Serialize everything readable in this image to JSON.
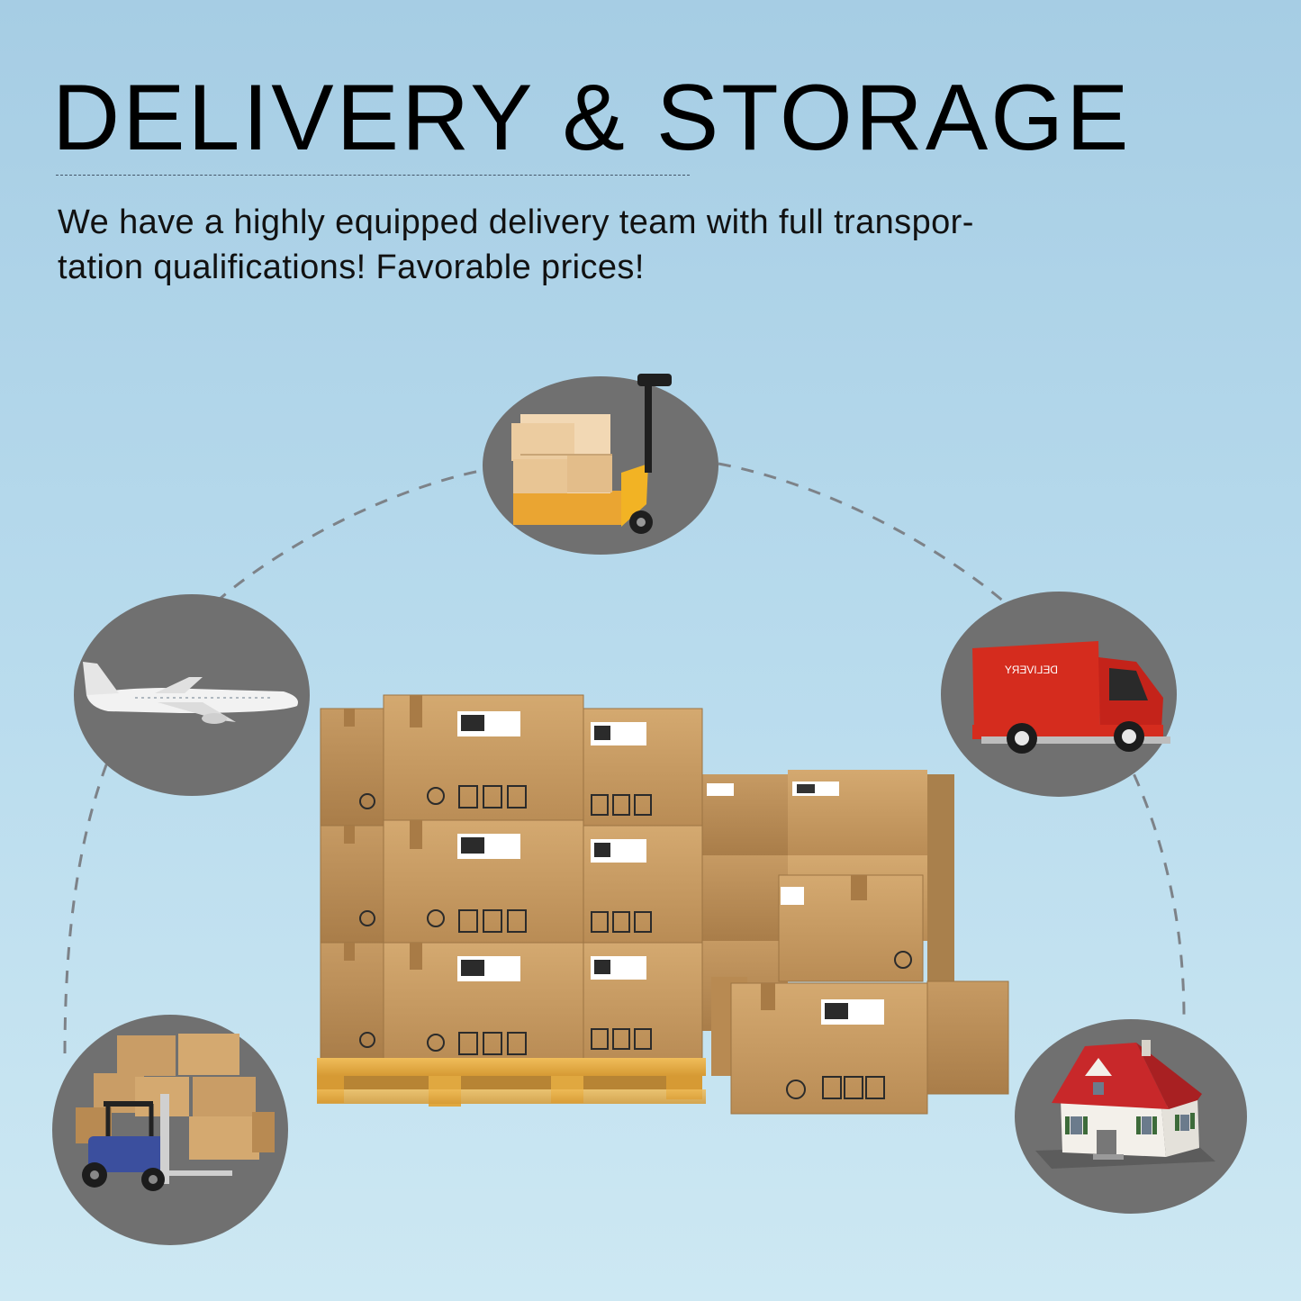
{
  "header": {
    "title": "DELIVERY & STORAGE",
    "subtitle_line1": "We have a highly equipped delivery team with full transpor-",
    "subtitle_line2": "tation qualifications! Favorable prices!"
  },
  "colors": {
    "circle": "#707070",
    "box": "#c69a63",
    "pallet": "#e2aa45",
    "truck": "#d52c1e",
    "forklift": "#3b4f9e",
    "roof": "#c8282a",
    "jack": "#f2b324"
  },
  "icons": [
    "hand-pallet-truck-icon",
    "airplane-icon",
    "delivery-truck-icon",
    "forklift-icon",
    "house-icon"
  ]
}
